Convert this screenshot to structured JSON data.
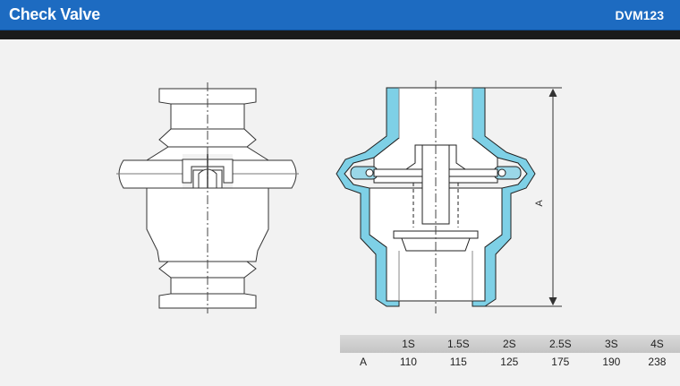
{
  "header": {
    "title": "Check Valve",
    "model": "DVM123",
    "accent_color": "#1d6bc1"
  },
  "drawing": {
    "dimension_label": "A"
  },
  "dimension_table": {
    "row_label": "A",
    "sizes": [
      "1S",
      "1.5S",
      "2S",
      "2.5S",
      "3S",
      "4S"
    ],
    "values": [
      "110",
      "115",
      "125",
      "175",
      "190",
      "238"
    ]
  }
}
